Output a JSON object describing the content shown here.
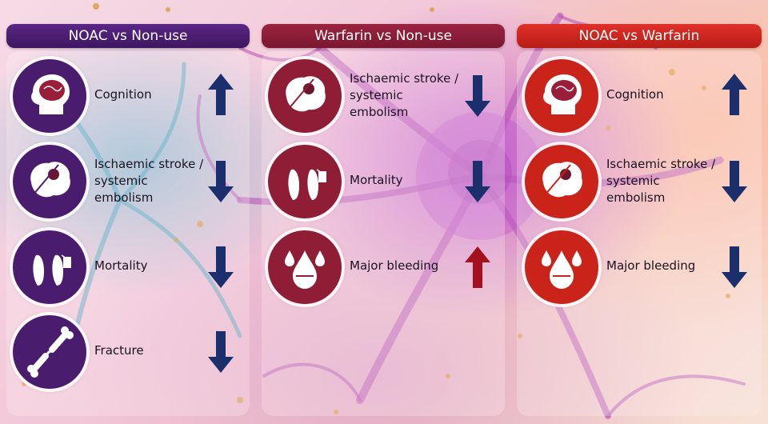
{
  "colors": {
    "purple": "#4a1c6e",
    "maroon": "#8f1d35",
    "red": "#c9231a",
    "arrow_down": "#1a2f6b",
    "arrow_up_blue": "#1a2f6b",
    "arrow_up_red": "#a3101e"
  },
  "columns": [
    {
      "header": "NOAC vs Non-use",
      "rows": [
        {
          "icon": "head-brain-icon",
          "label": "Cognition",
          "direction": "up"
        },
        {
          "icon": "brain-clot-icon",
          "label": "Ischaemic stroke / systemic embolism",
          "direction": "down"
        },
        {
          "icon": "feet-tag-icon",
          "label": "Mortality",
          "direction": "down"
        },
        {
          "icon": "broken-bone-icon",
          "label": "Fracture",
          "direction": "down"
        }
      ]
    },
    {
      "header": "Warfarin vs Non-use",
      "rows": [
        {
          "icon": "brain-clot-icon",
          "label": "Ischaemic stroke / systemic embolism",
          "direction": "down"
        },
        {
          "icon": "feet-tag-icon",
          "label": "Mortality",
          "direction": "down"
        },
        {
          "icon": "blood-drops-icon",
          "label": "Major bleeding",
          "direction": "up"
        }
      ]
    },
    {
      "header": "NOAC vs Warfarin",
      "rows": [
        {
          "icon": "head-brain-icon",
          "label": "Cognition",
          "direction": "up"
        },
        {
          "icon": "brain-clot-icon",
          "label": "Ischaemic stroke / systemic embolism",
          "direction": "down"
        },
        {
          "icon": "blood-drops-icon",
          "label": "Major bleeding",
          "direction": "down"
        }
      ]
    }
  ]
}
